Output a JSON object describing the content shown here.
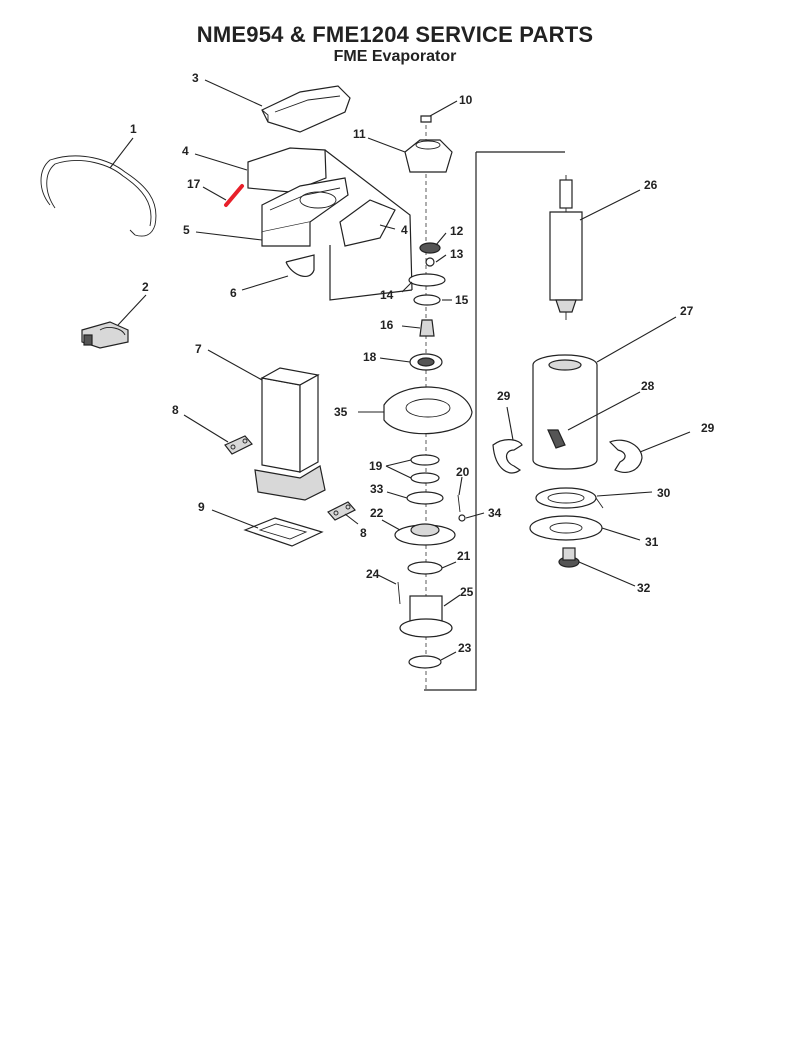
{
  "header": {
    "title": "NME954 & FME1204 SERVICE PARTS",
    "subtitle": "FME Evaporator"
  },
  "colors": {
    "ink": "#222222",
    "highlight": "#e8202a"
  },
  "callouts": [
    {
      "id": "p1",
      "text": "1"
    },
    {
      "id": "p2",
      "text": "2"
    },
    {
      "id": "p3",
      "text": "3"
    },
    {
      "id": "p4a",
      "text": "4"
    },
    {
      "id": "p4b",
      "text": "4"
    },
    {
      "id": "p5",
      "text": "5"
    },
    {
      "id": "p6",
      "text": "6"
    },
    {
      "id": "p7",
      "text": "7"
    },
    {
      "id": "p8a",
      "text": "8"
    },
    {
      "id": "p8b",
      "text": "8"
    },
    {
      "id": "p9",
      "text": "9"
    },
    {
      "id": "p10",
      "text": "10"
    },
    {
      "id": "p11",
      "text": "11"
    },
    {
      "id": "p12",
      "text": "12"
    },
    {
      "id": "p13",
      "text": "13"
    },
    {
      "id": "p14",
      "text": "14"
    },
    {
      "id": "p15",
      "text": "15"
    },
    {
      "id": "p16",
      "text": "16"
    },
    {
      "id": "p17",
      "text": "17"
    },
    {
      "id": "p18",
      "text": "18"
    },
    {
      "id": "p19",
      "text": "19"
    },
    {
      "id": "p20",
      "text": "20"
    },
    {
      "id": "p21",
      "text": "21"
    },
    {
      "id": "p22",
      "text": "22"
    },
    {
      "id": "p23",
      "text": "23"
    },
    {
      "id": "p24",
      "text": "24"
    },
    {
      "id": "p25",
      "text": "25"
    },
    {
      "id": "p26",
      "text": "26"
    },
    {
      "id": "p27",
      "text": "27"
    },
    {
      "id": "p28",
      "text": "28"
    },
    {
      "id": "p29a",
      "text": "29"
    },
    {
      "id": "p29b",
      "text": "29"
    },
    {
      "id": "p30",
      "text": "30"
    },
    {
      "id": "p31",
      "text": "31"
    },
    {
      "id": "p32",
      "text": "32"
    },
    {
      "id": "p33",
      "text": "33"
    },
    {
      "id": "p34",
      "text": "34"
    },
    {
      "id": "p35",
      "text": "35"
    }
  ]
}
